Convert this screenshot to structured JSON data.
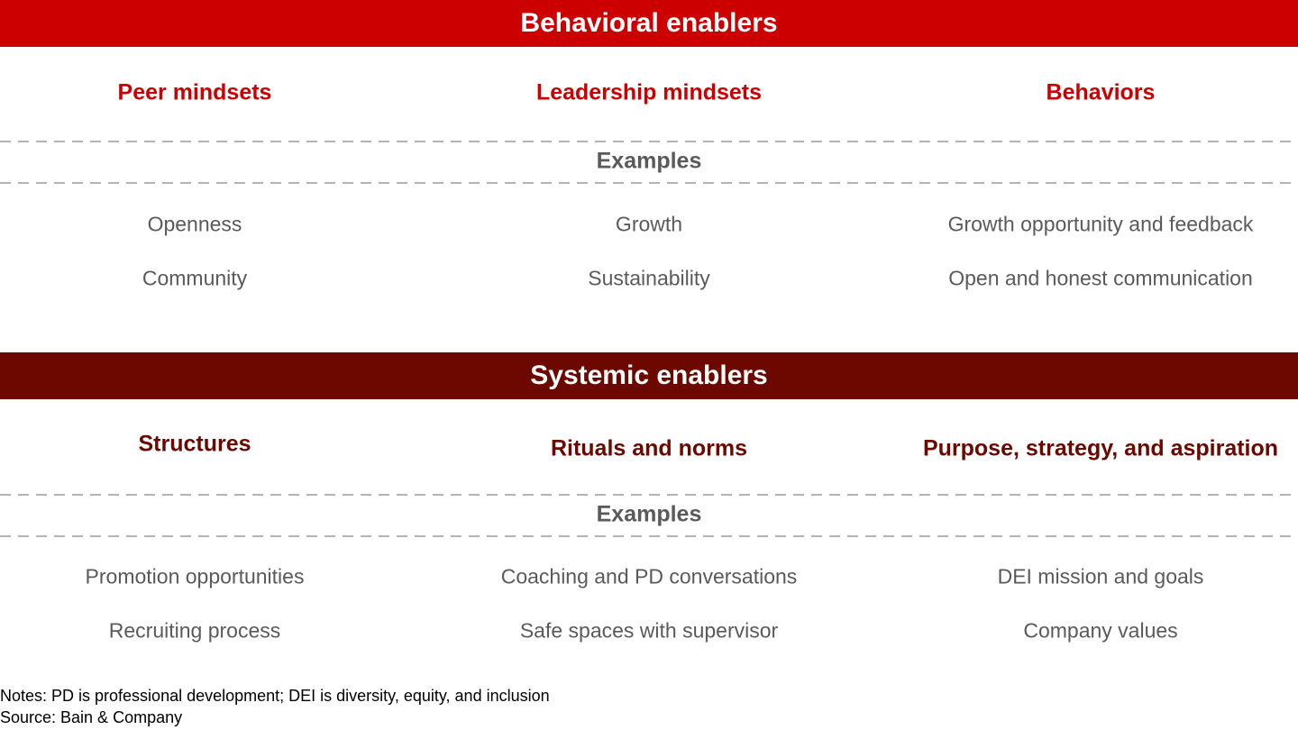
{
  "behavioral": {
    "title": "Behavioral enablers",
    "columns": [
      {
        "heading": "Peer mindsets",
        "items": [
          "Openness",
          "Community"
        ]
      },
      {
        "heading": "Leadership mindsets",
        "items": [
          "Growth",
          "Sustainability"
        ]
      },
      {
        "heading": "Behaviors",
        "items": [
          "Growth opportunity and feedback",
          "Open and honest communication"
        ]
      }
    ],
    "examples_label": "Examples"
  },
  "systemic": {
    "title": "Systemic enablers",
    "columns": [
      {
        "heading": "Structures",
        "items": [
          "Promotion opportunities",
          "Recruiting process"
        ]
      },
      {
        "heading": "Rituals and norms",
        "items": [
          "Coaching and PD conversations",
          "Safe spaces with supervisor"
        ]
      },
      {
        "heading": "Purpose, strategy, and aspiration",
        "items": [
          "DEI mission and goals",
          "Company values"
        ]
      }
    ],
    "examples_label": "Examples"
  },
  "footer": {
    "notes": "Notes: PD is professional development; DEI is diversity, equity, and inclusion",
    "source": "Source: Bain & Company"
  },
  "colors": {
    "behavioral": "#cc0000",
    "systemic": "#6c0800",
    "text": "#5a5a5a"
  }
}
